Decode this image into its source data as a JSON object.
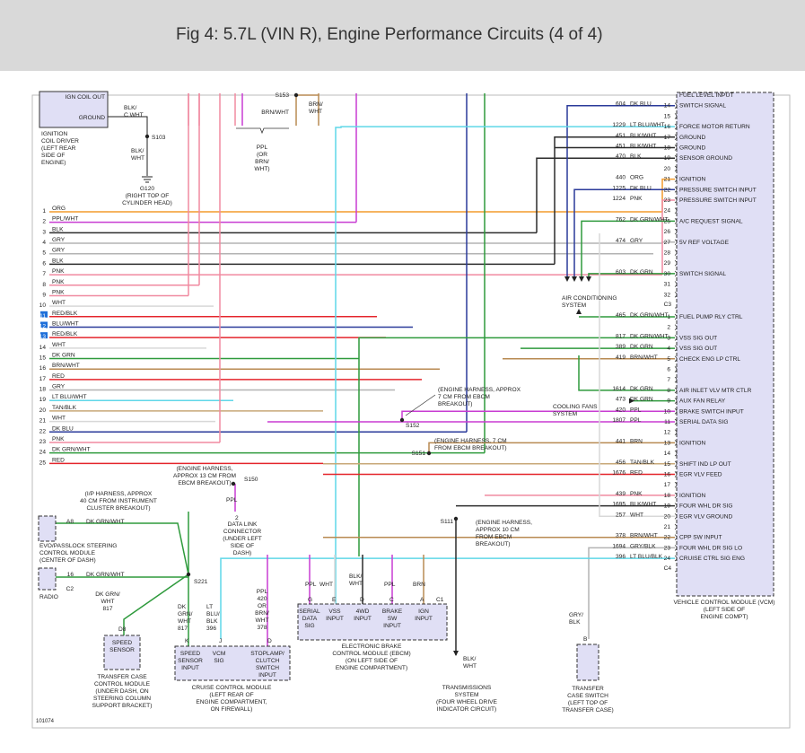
{
  "title": "Fig 4: 5.7L (VIN R), Engine Performance Circuits (4 of 4)",
  "figure_id": "101074",
  "colors": {
    "header_bg": "#d9d9d9",
    "module_fill": "#e0dff5",
    "org": "#f39c2b",
    "ppl": "#c83cd2",
    "blk": "#2b2b2b",
    "gry": "#b3b3b3",
    "pnk": "#f08aa0",
    "wht": "#d8d8d8",
    "red": "#e4242b",
    "blu": "#2a3a9a",
    "grn": "#2e9a3c",
    "ltblu": "#5fd7e8",
    "brn": "#b88a52",
    "tan": "#c8a878"
  },
  "left_wires": [
    {
      "num": "1",
      "label": "ORG",
      "color": "org"
    },
    {
      "num": "2",
      "label": "PPL/WHT",
      "color": "ppl"
    },
    {
      "num": "3",
      "label": "BLK",
      "color": "blk"
    },
    {
      "num": "4",
      "label": "GRY",
      "color": "gry"
    },
    {
      "num": "5",
      "label": "GRY",
      "color": "gry"
    },
    {
      "num": "6",
      "label": "BLK",
      "color": "blk"
    },
    {
      "num": "7",
      "label": "PNK",
      "color": "pnk"
    },
    {
      "num": "8",
      "label": "PNK",
      "color": "pnk"
    },
    {
      "num": "9",
      "label": "PNK",
      "color": "pnk"
    },
    {
      "num": "10",
      "label": "WHT",
      "color": "wht"
    },
    {
      "num": "11",
      "label": "RED/BLK",
      "color": "red"
    },
    {
      "num": "12",
      "label": "BLU/WHT",
      "color": "blu"
    },
    {
      "num": "13",
      "label": "RED/BLK",
      "color": "red"
    },
    {
      "num": "14",
      "label": "WHT",
      "color": "wht"
    },
    {
      "num": "15",
      "label": "DK GRN",
      "color": "grn"
    },
    {
      "num": "16",
      "label": "BRN/WHT",
      "color": "brn"
    },
    {
      "num": "17",
      "label": "RED",
      "color": "red"
    },
    {
      "num": "18",
      "label": "GRY",
      "color": "gry"
    },
    {
      "num": "19",
      "label": "LT BLU/WHT",
      "color": "ltblu"
    },
    {
      "num": "20",
      "label": "TAN/BLK",
      "color": "tan"
    },
    {
      "num": "21",
      "label": "WHT",
      "color": "wht"
    },
    {
      "num": "22",
      "label": "DK BLU",
      "color": "blu"
    },
    {
      "num": "23",
      "label": "PNK",
      "color": "pnk"
    },
    {
      "num": "24",
      "label": "DK GRN/WHT",
      "color": "grn"
    },
    {
      "num": "25",
      "label": "RED",
      "color": "red"
    }
  ],
  "vcm_pins": [
    {
      "pin": "",
      "circuit": "",
      "wire": "",
      "name": "FUEL LEVEL INPUT",
      "color": "wht"
    },
    {
      "pin": "14",
      "circuit": "604",
      "wire": "DK BLU",
      "name": "SWITCH SIGNAL",
      "color": "blu"
    },
    {
      "pin": "15",
      "circuit": "",
      "wire": "",
      "name": "",
      "color": ""
    },
    {
      "pin": "16",
      "circuit": "1229",
      "wire": "LT BLU/WHT",
      "name": "FORCE MOTOR RETURN",
      "color": "ltblu"
    },
    {
      "pin": "17",
      "circuit": "451",
      "wire": "BLK/WHT",
      "name": "GROUND",
      "color": "blk"
    },
    {
      "pin": "18",
      "circuit": "451",
      "wire": "BLK/WHT",
      "name": "GROUND",
      "color": "blk"
    },
    {
      "pin": "19",
      "circuit": "470",
      "wire": "BLK",
      "name": "SENSOR GROUND",
      "color": "blk"
    },
    {
      "pin": "20",
      "circuit": "",
      "wire": "",
      "name": "",
      "color": ""
    },
    {
      "pin": "21",
      "circuit": "440",
      "wire": "ORG",
      "name": "IGNITION",
      "color": "org"
    },
    {
      "pin": "22",
      "circuit": "1225",
      "wire": "DK BLU",
      "name": "PRESSURE SWITCH INPUT",
      "color": "blu"
    },
    {
      "pin": "23",
      "circuit": "1224",
      "wire": "PNK",
      "name": "PRESSURE SWITCH INPUT",
      "color": "pnk"
    },
    {
      "pin": "24",
      "circuit": "",
      "wire": "",
      "name": "",
      "color": ""
    },
    {
      "pin": "25",
      "circuit": "762",
      "wire": "DK GRN/WHT",
      "name": "A/C REQUEST SIGNAL",
      "color": "grn"
    },
    {
      "pin": "26",
      "circuit": "",
      "wire": "",
      "name": "",
      "color": ""
    },
    {
      "pin": "27",
      "circuit": "474",
      "wire": "GRY",
      "name": "5V REF VOLTAGE",
      "color": "gry"
    },
    {
      "pin": "28",
      "circuit": "",
      "wire": "",
      "name": "",
      "color": ""
    },
    {
      "pin": "29",
      "circuit": "",
      "wire": "",
      "name": "",
      "color": ""
    },
    {
      "pin": "30",
      "circuit": "603",
      "wire": "DK GRN",
      "name": "SWITCH SIGNAL",
      "color": "grn"
    },
    {
      "pin": "31",
      "circuit": "",
      "wire": "",
      "name": "",
      "color": ""
    },
    {
      "pin": "32",
      "circuit": "",
      "wire": "",
      "name": "",
      "color": ""
    },
    {
      "pin": "C3",
      "circuit": "",
      "wire": "",
      "name": "",
      "color": ""
    },
    {
      "pin": "1",
      "circuit": "465",
      "wire": "DK GRN/WHT",
      "name": "FUEL PUMP RLY CTRL",
      "color": "grn"
    },
    {
      "pin": "2",
      "circuit": "",
      "wire": "",
      "name": "",
      "color": ""
    },
    {
      "pin": "3",
      "circuit": "817",
      "wire": "DK GRN/WHT",
      "name": "VSS SIG OUT",
      "color": "grn"
    },
    {
      "pin": "4",
      "circuit": "389",
      "wire": "DK GRN",
      "name": "VSS SIG OUT",
      "color": "grn"
    },
    {
      "pin": "5",
      "circuit": "419",
      "wire": "BRN/WHT",
      "name": "CHECK ENG LP CTRL",
      "color": "brn"
    },
    {
      "pin": "6",
      "circuit": "",
      "wire": "",
      "name": "",
      "color": ""
    },
    {
      "pin": "7",
      "circuit": "",
      "wire": "",
      "name": "",
      "color": ""
    },
    {
      "pin": "8",
      "circuit": "1614",
      "wire": "DK GRN",
      "name": "AIR INLET VLV MTR CTLR",
      "color": "grn"
    },
    {
      "pin": "9",
      "circuit": "473",
      "wire": "DK GRN",
      "name": "AUX FAN RELAY",
      "color": "grn"
    },
    {
      "pin": "10",
      "circuit": "420",
      "wire": "PPL",
      "name": "BRAKE SWITCH INPUT",
      "color": "ppl"
    },
    {
      "pin": "11",
      "circuit": "1807",
      "wire": "PPL",
      "name": "SERIAL DATA SIG",
      "color": "ppl"
    },
    {
      "pin": "12",
      "circuit": "",
      "wire": "",
      "name": "",
      "color": ""
    },
    {
      "pin": "13",
      "circuit": "441",
      "wire": "BRN",
      "name": "IGNITION",
      "color": "brn"
    },
    {
      "pin": "14",
      "circuit": "",
      "wire": "",
      "name": "",
      "color": ""
    },
    {
      "pin": "15",
      "circuit": "456",
      "wire": "TAN/BLK",
      "name": "SHIFT IND LP OUT",
      "color": "tan"
    },
    {
      "pin": "16",
      "circuit": "1676",
      "wire": "RED",
      "name": "EGR VLV FEED",
      "color": "red"
    },
    {
      "pin": "17",
      "circuit": "",
      "wire": "",
      "name": "",
      "color": ""
    },
    {
      "pin": "18",
      "circuit": "439",
      "wire": "PNK",
      "name": "IGNITION",
      "color": "pnk"
    },
    {
      "pin": "19",
      "circuit": "1695",
      "wire": "BLK/WHT",
      "name": "FOUR WHL DR SIG",
      "color": "blk"
    },
    {
      "pin": "20",
      "circuit": "257",
      "wire": "WHT",
      "name": "EGR VLV GROUND",
      "color": "wht"
    },
    {
      "pin": "21",
      "circuit": "",
      "wire": "",
      "name": "",
      "color": ""
    },
    {
      "pin": "22",
      "circuit": "378",
      "wire": "BRN/WHT",
      "name": "CPP SW INPUT",
      "color": "brn"
    },
    {
      "pin": "23",
      "circuit": "1694",
      "wire": "GRY/BLK",
      "name": "FOUR WHL DR SIG LO",
      "color": "gry"
    },
    {
      "pin": "24",
      "circuit": "396",
      "wire": "LT BLU/BLK",
      "name": "CRUISE CTRL SIG ENG",
      "color": "ltblu"
    },
    {
      "pin": "C4",
      "circuit": "",
      "wire": "",
      "name": "",
      "color": ""
    }
  ],
  "labels": {
    "ign_coil_out": "IGN COIL OUT",
    "ground": "GROUND",
    "ignition_coil_driver": [
      "IGNITION",
      "COIL DRIVER",
      "(LEFT REAR",
      "SIDE OF",
      "ENGINE)"
    ],
    "blk_c_wht": [
      "BLK/",
      "C  WHT"
    ],
    "s103": "S103",
    "blk_wht_s103": [
      "BLK/",
      "WHT"
    ],
    "g120": "G120",
    "g120_loc": [
      "(RIGHT TOP OF",
      "CYLINDER HEAD)"
    ],
    "s153": "S153",
    "brn_wht_left": "BRN/WHT",
    "brn_wht_right": [
      "BRN/",
      "WHT"
    ],
    "ppl_or_brn": [
      "PPL",
      "(OR",
      "BRN/",
      "WHT)"
    ],
    "air_conditioning_system": [
      "AIR CONDITIONING",
      "SYSTEM"
    ],
    "cooling_fans_system": [
      "COOLING FANS",
      "SYSTEM"
    ],
    "s152": "S152",
    "s152_note": [
      "(ENGINE HARNESS, APPROX",
      "7 CM FROM EBCM",
      "BREAKOUT)"
    ],
    "s151": "S151",
    "s151_note": [
      "(ENGINE HARNESS, 7 CM",
      "FROM EBCM BREAKOUT)"
    ],
    "s150": "S150",
    "s150_note": [
      "(ENGINE HARNESS,",
      "APPROX 13 CM FROM",
      "EBCM BREAKOUT)"
    ],
    "ppl_s150": "PPL",
    "dlc_pin": "2",
    "data_link_connector": [
      "DATA LINK",
      "CONNECTOR",
      "(UNDER LEFT",
      "SIDE OF",
      "DASH)"
    ],
    "s111": "S111",
    "s111_note": [
      "(ENGINE HARNESS,",
      "APPROX 10 CM",
      "FROM EBCM",
      "BREAKOUT)"
    ],
    "ip_harness_note": [
      "(I/P HARNESS, APPROX",
      "40 CM FROM INSTRUMENT",
      "CLUSTER BREAKOUT)"
    ],
    "s221": "S221",
    "evo_pin": "A8",
    "evo_wire": "DK GRN/WHT",
    "evo_module": [
      "EVO/PASSLOCK STEERING",
      "CONTROL MODULE",
      "(CENTER OF DASH)"
    ],
    "radio_pin": "16",
    "radio_wire": "DK GRN/WHT",
    "radio_conn": "C2",
    "radio": "RADIO",
    "dk_grn_wht_817": [
      "DK GRN/",
      "WHT",
      "817"
    ],
    "d8": "D8",
    "speed_sensor": [
      "SPEED",
      "SENSOR"
    ],
    "transfer_case_module": [
      "TRANSFER CASE",
      "CONTROL MODULE",
      "(UNDER DASH, ON",
      "STEERING COLUMN",
      "SUPPORT BRACKET)"
    ],
    "ccm_wire1": [
      "DK",
      "GRN/",
      "WHT",
      "817"
    ],
    "ccm_wire2": [
      "LT",
      "BLU/",
      "BLK",
      "396"
    ],
    "ccm_wire3": [
      "PPL",
      "420",
      "OR",
      "BRN/",
      "WHT",
      "378"
    ],
    "ccm_pins": [
      "K",
      "J",
      "D"
    ],
    "ccm_inputs": [
      [
        "SPEED",
        "SENSOR",
        "INPUT"
      ],
      [
        "VCM",
        "SIG"
      ],
      [
        "STOPLAMP/",
        "CLUTCH",
        "SWITCH",
        "INPUT"
      ]
    ],
    "ccm_name": [
      "CRUISE CONTROL MODULE",
      "(LEFT REAR OF",
      "ENGINE COMPARTMENT,",
      "ON FIREWALL)"
    ],
    "ebcm_wires": [
      "PPL",
      "WHT",
      "BLK/",
      "WHT",
      "PPL",
      "BRN"
    ],
    "ebcm_pins": [
      "G",
      "E",
      "D",
      "C",
      "A",
      "C1"
    ],
    "ebcm_inputs": [
      [
        "SERIAL",
        "DATA",
        "SIG"
      ],
      [
        "VSS",
        "INPUT"
      ],
      [
        "4WD",
        "INPUT"
      ],
      [
        "BRAKE",
        "SW",
        "INPUT"
      ],
      [
        "IGN",
        "INPUT"
      ]
    ],
    "ebcm_name": [
      "ELECTRONIC BRAKE",
      "CONTROL MODULE (EBCM)",
      "(ON LEFT SIDE OF",
      "ENGINE COMPARTMENT)"
    ],
    "trans_wire": [
      "BLK/",
      "WHT"
    ],
    "transmissions_system": [
      "TRANSMISSIONS",
      "SYSTEM",
      "(FOUR WHEEL DRIVE",
      "INDICATOR CIRCUIT)"
    ],
    "tcs_wire": [
      "GRY/",
      "BLK"
    ],
    "tcs_pin": "B",
    "transfer_case_switch": [
      "TRANSFER",
      "CASE SWITCH",
      "(LEFT TOP OF",
      "TRANSFER CASE)"
    ],
    "vcm_name": [
      "VEHICLE CONTROL MODULE (VCM)",
      "(LEFT SIDE OF",
      "ENGINE COMPT)"
    ]
  }
}
